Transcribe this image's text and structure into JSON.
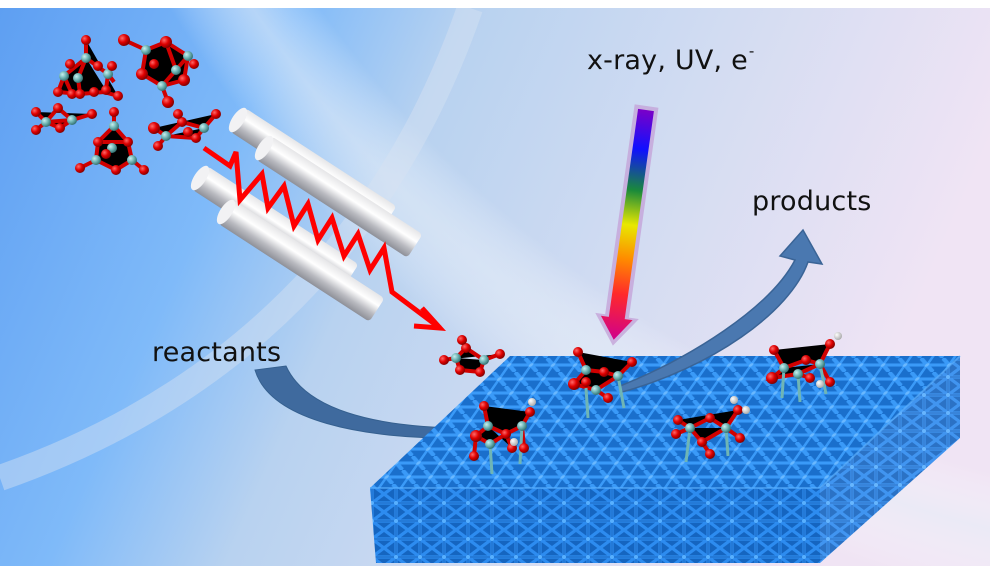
{
  "figure": {
    "description": "Schematic of atomic layer deposition / surface reaction: reactant clusters delivered through tubes, irradiated by x-ray/UV/electrons, reacting on a crystalline surface and releasing products",
    "labels": {
      "radiation": "x-ray, UV, e",
      "radiation_superscript": "-",
      "products": "products",
      "reactants": "reactants"
    },
    "colors": {
      "background_left": "#6aa8f5",
      "background_right": "#f4e6f4",
      "flow_arrow": "#3f6a9e",
      "wave_arrow": "#ff0000",
      "tubes": "#c8c8c8",
      "surface_lattice": "#1a74d2",
      "oxygen_atom": "#e00000",
      "metal_atom": "#6fb5b5",
      "hydrogen_atom": "#f2f2f2",
      "spectrum": [
        "#7a00c8",
        "#1010ff",
        "#1a8a3a",
        "#e8e800",
        "#ff8a00",
        "#ff2a2a",
        "#d0008c"
      ]
    },
    "elements": {
      "molecule_clusters_gas_phase": 5,
      "tubes": 4,
      "adsorbed_clusters": 4
    }
  }
}
